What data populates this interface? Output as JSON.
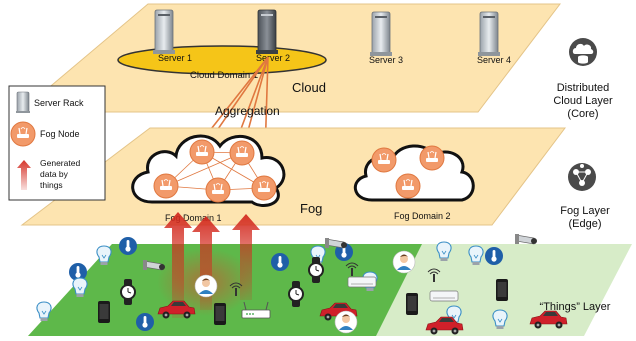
{
  "layers": {
    "cloud_label": "Cloud",
    "fog_label": "Fog",
    "aggregation": "Aggregation"
  },
  "servers": [
    "Server 1",
    "Server 2",
    "Server 3",
    "Server 4"
  ],
  "domains": {
    "cloud_domain_1": "Cloud Domain 1",
    "fog_domain_1": "Fog Domain 1",
    "fog_domain_2": "Fog Domain 2"
  },
  "legend": {
    "server_rack": "Server Rack",
    "fog_node": "Fog Node",
    "generated_line1": "Generated",
    "generated_line2": "data by",
    "generated_line3": "things"
  },
  "side_labels": {
    "cloud_line1": "Distributed",
    "cloud_line2": "Cloud Layer",
    "cloud_line3": "(Core)",
    "fog_line1": "Fog Layer",
    "fog_line2": "(Edge)",
    "things": "“Things” Layer"
  },
  "icons": [
    "server-rack-icon",
    "fog-node-icon",
    "red-arrow-icon",
    "cloud-database-icon",
    "fog-network-icon",
    "thermometer-icon",
    "lightbulb-icon",
    "camera-icon",
    "smartwatch-icon",
    "smartphone-icon",
    "car-icon",
    "person-icon",
    "router-icon",
    "air-conditioner-icon"
  ],
  "colors": {
    "cloud_plane": "#fde4b0",
    "fog_plane": "#fde4b0",
    "things_green": "#5eb84a",
    "things_light": "#d7ecc8",
    "fog_node": "#f29a6a",
    "cloud_domain": "#f5c518",
    "arrow": "#d32b20"
  }
}
